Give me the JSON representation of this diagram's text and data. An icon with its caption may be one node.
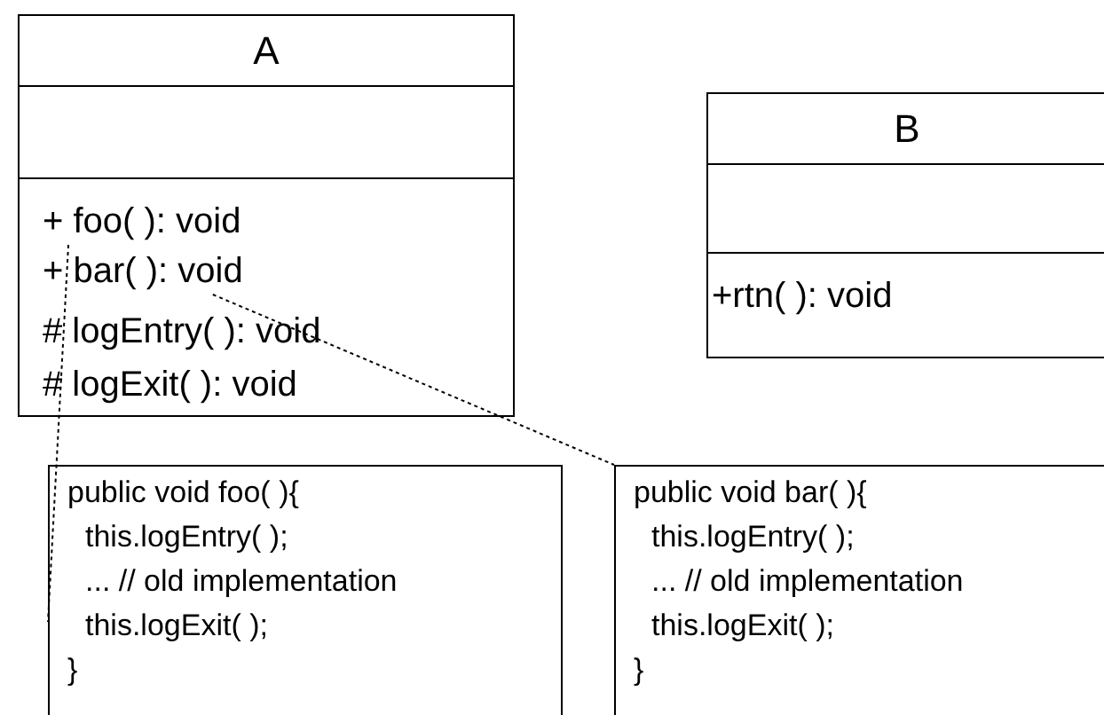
{
  "diagram": {
    "nodes": [
      {
        "text": [
          "A"
        ]
      },
      {
        "text": [
          "+ foo( ): void"
        ],
        "in": 0
      },
      {
        "text": [
          "+ bar( ): void"
        ],
        "in": 0
      },
      {
        "text": [
          "# logEntry( ): void"
        ],
        "in": 0
      },
      {
        "text": [
          "# logExit( ): void"
        ],
        "in": 0
      },
      {
        "text": [
          "B"
        ]
      },
      {
        "text": [
          "+rtn( ): void"
        ],
        "in": 5
      },
      {
        "text": [
          "public void foo( ){",
          "this.logEntry( );",
          "... // old implementation",
          "this.logExit( );",
          "}"
        ]
      },
      {
        "text": [
          "public void bar( ){",
          "this.logEntry( );",
          "... // old implementation",
          "this.logExit( );",
          "}"
        ]
      }
    ],
    "edges": [
      {
        "from": 1,
        "to": 7,
        "arrow": "none",
        "style": "dashed"
      },
      {
        "from": 2,
        "to": 8,
        "arrow": "none",
        "style": "dashed"
      }
    ]
  }
}
